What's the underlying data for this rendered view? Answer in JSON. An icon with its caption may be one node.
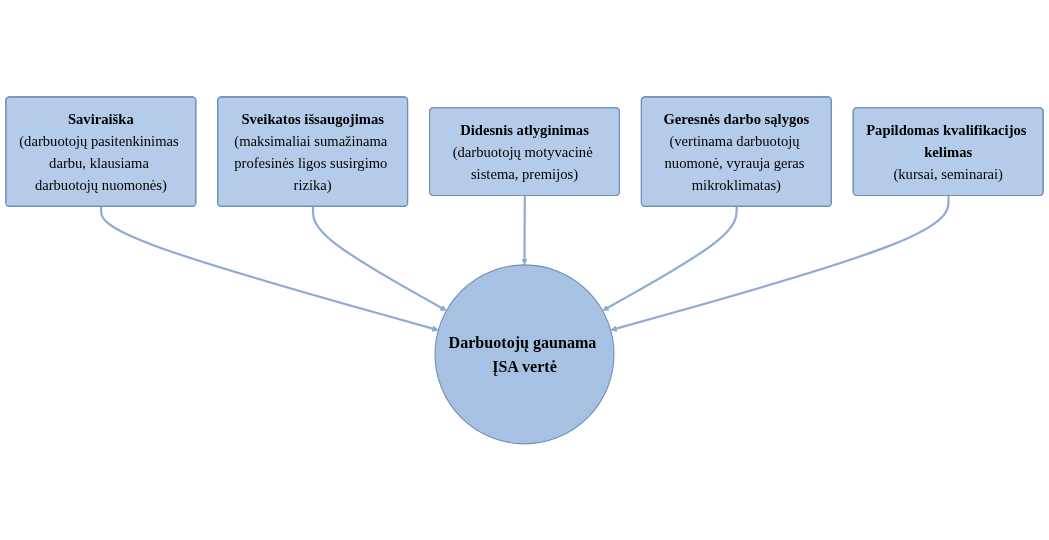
{
  "diagram": {
    "nodes": [
      {
        "text": [
          "Saviraiška",
          "(darbuotojų pasitenkinimas darbu, klausiama darbuotojų nuomonės)"
        ]
      },
      {
        "text": [
          "Sveikatos išsaugojimas",
          "(maksimaliai sumažinama profesinės ligos susirgimo rizika)"
        ]
      },
      {
        "text": [
          "Didesnis atlyginimas",
          "(darbuotojų motyvacinė sistema, premijos)"
        ]
      },
      {
        "text": [
          "Geresnės darbo sąlygos",
          "(vertinama darbuotojų nuomonė, vyrauja geras mikroklimatas)"
        ]
      },
      {
        "text": [
          "Darbuotojų gaunama ĮSA vertė"
        ]
      },
      {
        "text": [
          "Papildomas kvalifikacijos kelimas",
          "(kursai, seminarai)"
        ]
      }
    ],
    "edges": [
      {
        "from": 0,
        "to": 4,
        "arrow": "to"
      },
      {
        "from": 1,
        "to": 4,
        "arrow": "to"
      },
      {
        "from": 2,
        "to": 4,
        "arrow": "to"
      },
      {
        "from": 3,
        "to": 4,
        "arrow": "to"
      },
      {
        "from": 5,
        "to": 4,
        "arrow": "to"
      }
    ]
  }
}
